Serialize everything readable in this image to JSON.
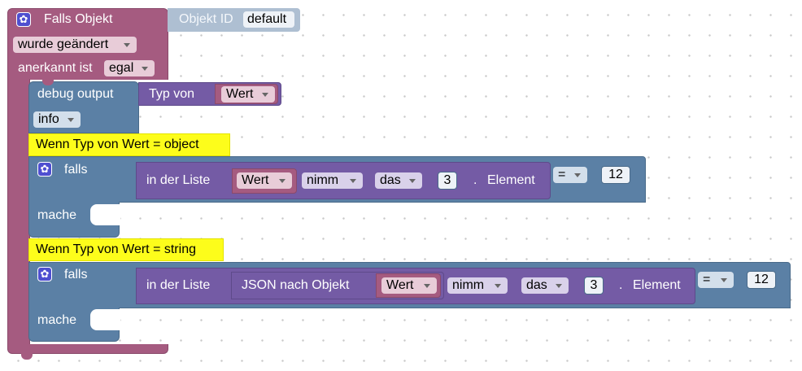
{
  "trigger": {
    "title": "Falls Objekt",
    "object_id_label": "Objekt ID",
    "object_id_value": "default",
    "changed_option": "wurde geändert",
    "ack_label": "anerkannt ist",
    "ack_option": "egal"
  },
  "debug": {
    "label": "debug output",
    "typeof_label": "Typ von",
    "var_name": "Wert",
    "level": "info"
  },
  "comments": [
    "Wenn Typ von Wert = object",
    "Wenn Typ von Wert = string"
  ],
  "if_blocks": [
    {
      "falls_label": "falls",
      "mache_label": "mache",
      "list_label": "in der Liste",
      "var_name": "Wert",
      "take_option": "nimm",
      "which_option": "das",
      "index": "3",
      "dot": ".",
      "element_label": "Element",
      "operator": "=",
      "compare_value": "12"
    },
    {
      "falls_label": "falls",
      "mache_label": "mache",
      "list_label": "in der Liste",
      "json_label": "JSON nach Objekt",
      "var_name": "Wert",
      "take_option": "nimm",
      "which_option": "das",
      "index": "3",
      "dot": ".",
      "element_label": "Element",
      "operator": "=",
      "compare_value": "12"
    }
  ],
  "colors": {
    "trigger": "#a55b80",
    "logic": "#5b80a5",
    "list": "#745ba5",
    "comment": "#fdfd1b"
  }
}
